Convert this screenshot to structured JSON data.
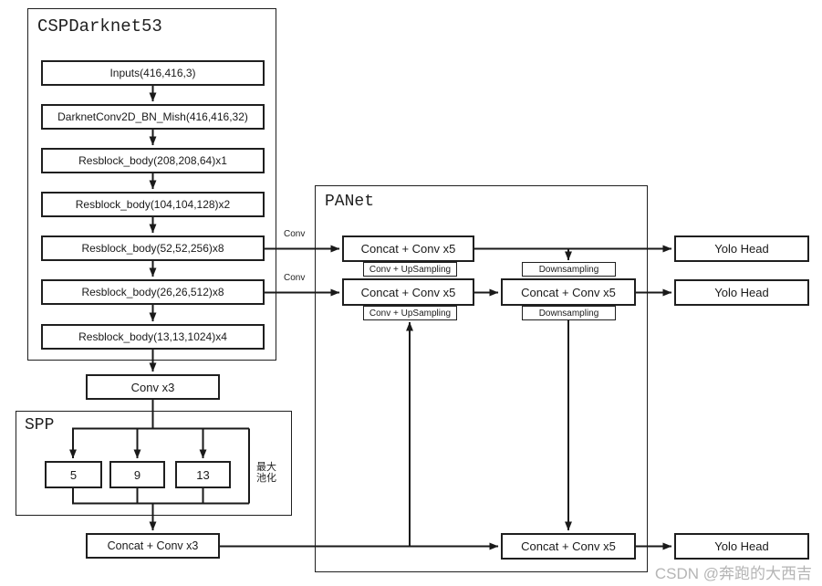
{
  "backbone": {
    "title": "CSPDarknet53",
    "layers": [
      "Inputs(416,416,3)",
      "DarknetConv2D_BN_Mish(416,416,32)",
      "Resblock_body(208,208,64)x1",
      "Resblock_body(104,104,128)x2",
      "Resblock_body(52,52,256)x8",
      "Resblock_body(26,26,512)x8",
      "Resblock_body(13,13,1024)x4"
    ]
  },
  "neck": {
    "conv_x3": "Conv x3",
    "concat_conv_x3": "Concat + Conv x3"
  },
  "spp": {
    "title": "SPP",
    "pool_5": "5",
    "pool_9": "9",
    "pool_13": "13",
    "note_line1": "最大",
    "note_line2": "池化"
  },
  "edges": {
    "conv_label_top": "Conv",
    "conv_label_bottom": "Conv"
  },
  "panet": {
    "title": "PANet",
    "p3_concat": "Concat + Conv x5",
    "upsample_1": "Conv + UpSampling",
    "p4_concat": "Concat + Conv x5",
    "upsample_2": "Conv + UpSampling",
    "downsample_1": "Downsampling",
    "p4_concat_down": "Concat + Conv x5",
    "downsample_2": "Downsampling",
    "p5_concat_down": "Concat + Conv x5"
  },
  "heads": {
    "p3": "Yolo Head",
    "p4": "Yolo Head",
    "p5": "Yolo Head"
  },
  "watermark": "CSDN @奔跑的大西吉"
}
